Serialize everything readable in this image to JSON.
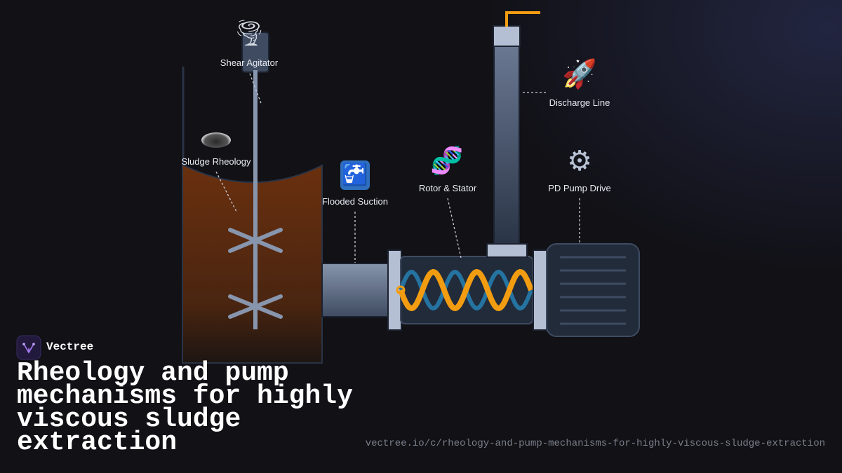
{
  "diagram": {
    "labels": {
      "shear_agitator": "Shear Agitator",
      "sludge_rheology": "Sludge Rheology",
      "flooded_suction": "Flooded Suction",
      "rotor_stator": "Rotor & Stator",
      "discharge_line": "Discharge Line",
      "pd_pump_drive": "PD Pump Drive"
    },
    "icons": {
      "shear_agitator": "tornado-icon",
      "sludge_rheology": "sludge-puddle-icon",
      "flooded_suction": "faucet-icon",
      "rotor_stator": "dna-helix-icon",
      "discharge_line": "rocket-icon",
      "pd_pump_drive": "gear-icon"
    },
    "colors": {
      "sludge": "#5e2c0f",
      "rotor_helix": "#f29c11",
      "stator_helix": "#2573a1",
      "pipe_accent": "#f29c11",
      "steel": "#8795ad"
    }
  },
  "brand": {
    "name": "Vectree"
  },
  "title": "Rheology and pump mechanisms for highly viscous sludge extraction",
  "url": "vectree.io/c/rheology-and-pump-mechanisms-for-highly-viscous-sludge-extraction"
}
